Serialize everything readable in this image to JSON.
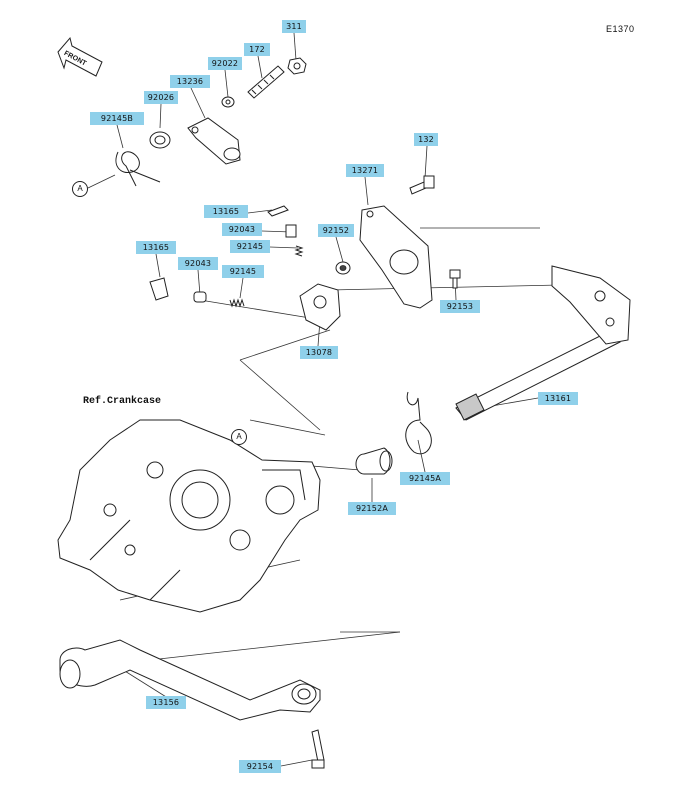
{
  "diagram_code": "E1370",
  "front_arrow": "FRONT",
  "reference_label": "Ref.Crankcase",
  "circle_marker": "A",
  "parts": [
    {
      "id": "311"
    },
    {
      "id": "172"
    },
    {
      "id": "92022"
    },
    {
      "id": "13236"
    },
    {
      "id": "92026"
    },
    {
      "id": "92145B"
    },
    {
      "id": "132"
    },
    {
      "id": "13271"
    },
    {
      "id": "13165"
    },
    {
      "id": "92043"
    },
    {
      "id": "92145"
    },
    {
      "id": "92152"
    },
    {
      "id": "13165"
    },
    {
      "id": "92043"
    },
    {
      "id": "92145"
    },
    {
      "id": "92153"
    },
    {
      "id": "13078"
    },
    {
      "id": "13161"
    },
    {
      "id": "92145A"
    },
    {
      "id": "92152A"
    },
    {
      "id": "13156"
    },
    {
      "id": "92154"
    }
  ]
}
